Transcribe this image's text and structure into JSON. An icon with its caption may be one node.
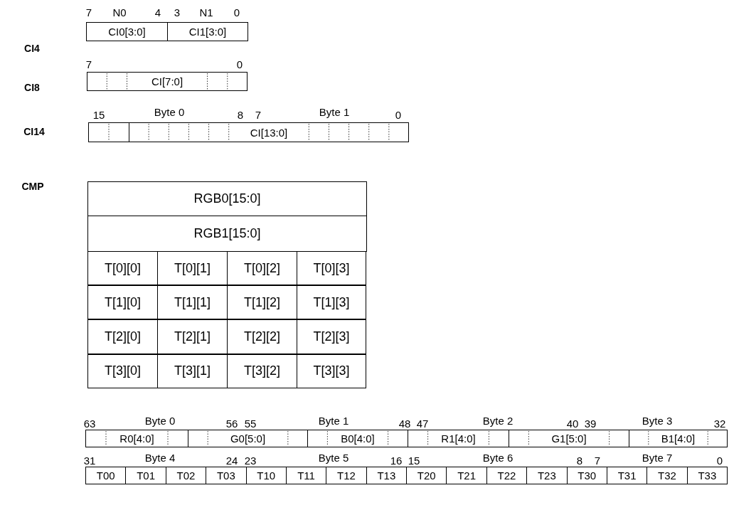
{
  "diagram": {
    "nodes": [
      {
        "text": [
          "CI0[3:0]"
        ]
      },
      {
        "text": [
          "CI1[3:0]"
        ]
      },
      {
        "text": [
          "CI[7:0]"
        ]
      },
      {
        "text": [],
        "shape": "box"
      },
      {
        "text": [
          "CI[13:0]"
        ]
      },
      {
        "text": [
          "RGB0[15:0]"
        ]
      },
      {
        "text": [
          "RGB1[15:0]"
        ]
      },
      {
        "text": [
          "T[0][0]"
        ]
      },
      {
        "text": [
          "T[0][1]"
        ]
      },
      {
        "text": [
          "T[0][2]"
        ]
      },
      {
        "text": [
          "T[0][3]"
        ]
      },
      {
        "text": [
          "T[1][0]"
        ]
      },
      {
        "text": [
          "T[1][1]"
        ]
      },
      {
        "text": [
          "T[1][2]"
        ]
      },
      {
        "text": [
          "T[1][3]"
        ]
      },
      {
        "text": [
          "T[2][0]"
        ]
      },
      {
        "text": [
          "T[2][1]"
        ]
      },
      {
        "text": [
          "T[2][2]"
        ]
      },
      {
        "text": [
          "T[2][3]"
        ]
      },
      {
        "text": [
          "T[3][0]"
        ]
      },
      {
        "text": [
          "T[3][1]"
        ]
      },
      {
        "text": [
          "T[3][2]"
        ]
      },
      {
        "text": [
          "T[3][3]"
        ]
      },
      {
        "text": [
          "R0[4:0]"
        ]
      },
      {
        "text": [
          "G0[5:0]"
        ]
      },
      {
        "text": [
          "B0[4:0]"
        ]
      },
      {
        "text": [
          "R1[4:0]"
        ]
      },
      {
        "text": [
          "G1[5:0]"
        ]
      },
      {
        "text": [
          "B1[4:0]"
        ]
      },
      {
        "text": [
          "T00"
        ]
      },
      {
        "text": [
          "T01"
        ]
      },
      {
        "text": [
          "T02"
        ]
      },
      {
        "text": [
          "T03"
        ]
      },
      {
        "text": [
          "T10"
        ]
      },
      {
        "text": [
          "T11"
        ]
      },
      {
        "text": [
          "T12"
        ]
      },
      {
        "text": [
          "T13"
        ]
      },
      {
        "text": [
          "T20"
        ]
      },
      {
        "text": [
          "T21"
        ]
      },
      {
        "text": [
          "T22"
        ]
      },
      {
        "text": [
          "T23"
        ]
      },
      {
        "text": [
          "T30"
        ]
      },
      {
        "text": [
          "T31"
        ]
      },
      {
        "text": [
          "T32"
        ]
      },
      {
        "text": [
          "T33"
        ]
      }
    ],
    "labels": [
      "7",
      "N0",
      "4",
      "3",
      "N1",
      "0",
      "CI4",
      "7",
      "0",
      "CI8",
      "15",
      "Byte 0",
      "8",
      "7",
      "Byte 1",
      "0",
      "CI14",
      "CMP",
      "63",
      "Byte 0",
      "56",
      "55",
      "Byte 1",
      "48",
      "47",
      "Byte 2",
      "40",
      "39",
      "Byte 3",
      "32",
      "31",
      "Byte 4",
      "24",
      "23",
      "Byte 5",
      "16",
      "15",
      "Byte 6",
      "8",
      "7",
      "Byte 7",
      "0"
    ]
  }
}
